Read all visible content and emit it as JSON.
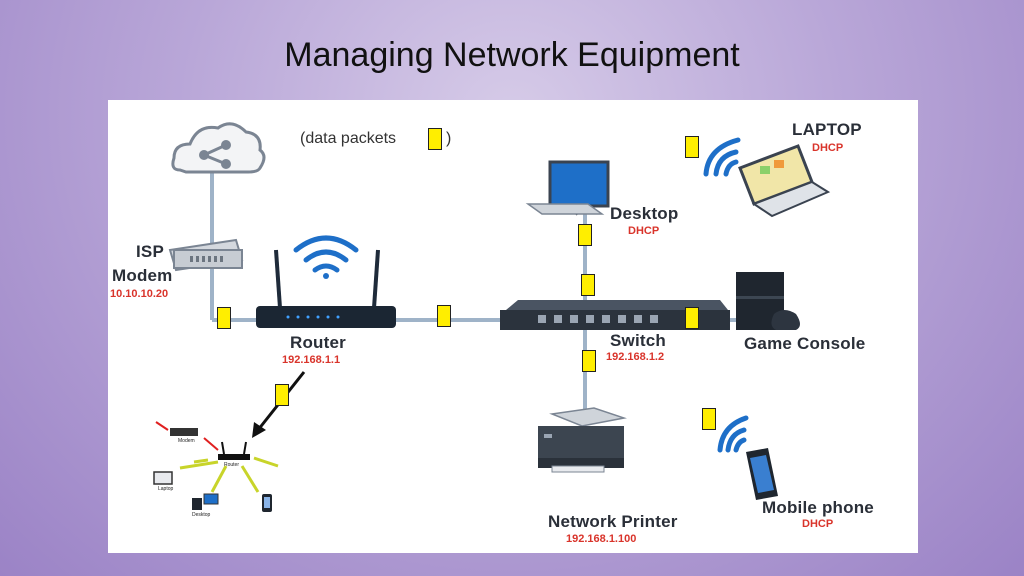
{
  "title": "Managing Network Equipment",
  "legend": {
    "text_before": "(data packets",
    "text_after": ")"
  },
  "devices": {
    "isp": {
      "label": "ISP"
    },
    "modem": {
      "label": "Modem",
      "ip": "10.10.10.20"
    },
    "router": {
      "label": "Router",
      "ip": "192.168.1.1"
    },
    "switch": {
      "label": "Switch",
      "ip": "192.168.1.2"
    },
    "desktop": {
      "label": "Desktop",
      "ip": "DHCP"
    },
    "laptop": {
      "label": "LAPTOP",
      "ip": "DHCP"
    },
    "game_console": {
      "label": "Game Console"
    },
    "network_printer": {
      "label": "Network Printer",
      "ip": "192.168.1.100"
    },
    "mobile_phone": {
      "label": "Mobile phone",
      "ip": "DHCP"
    }
  },
  "inset": {
    "labels": {
      "modem": "Modem",
      "router": "Router",
      "laptop": "Laptop",
      "desktop": "Desktop"
    }
  },
  "colors": {
    "packet": "#ffee00",
    "ip_text": "#d9342b",
    "cable": "#9fb3c8",
    "wifi": "#1e6fc8"
  }
}
